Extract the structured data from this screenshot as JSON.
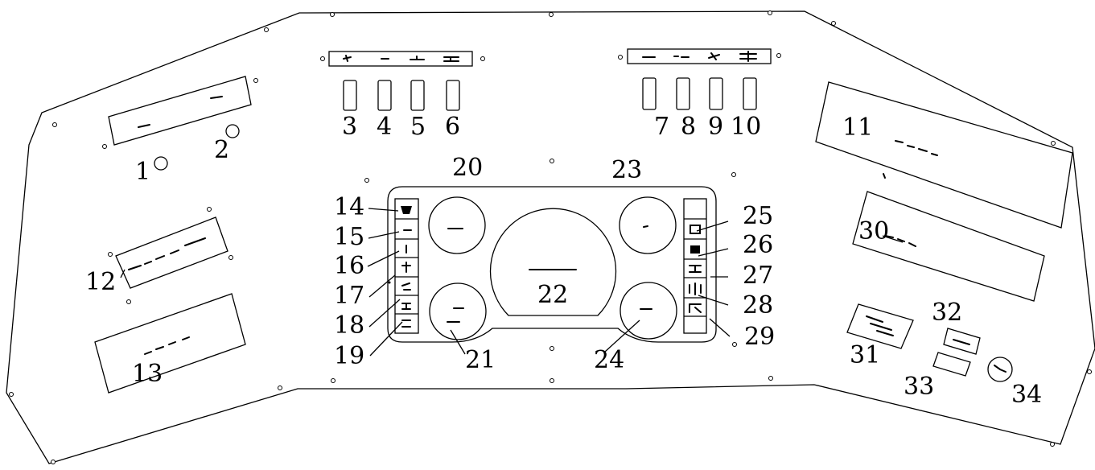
{
  "callouts": {
    "n1": "1",
    "n2": "2",
    "n3": "3",
    "n4": "4",
    "n5": "5",
    "n6": "6",
    "n7": "7",
    "n8": "8",
    "n9": "9",
    "n10": "10",
    "n11": "11",
    "n12": "12",
    "n13": "13",
    "n14": "14",
    "n15": "15",
    "n16": "16",
    "n17": "17",
    "n18": "18",
    "n19": "19",
    "n20": "20",
    "n21": "21",
    "n22": "22",
    "n23": "23",
    "n24": "24",
    "n25": "25",
    "n26": "26",
    "n27": "27",
    "n28": "28",
    "n29": "29",
    "n30": "30",
    "n31": "31",
    "n32": "32",
    "n33": "33",
    "n34": "34"
  },
  "colors": {
    "line": "#000000",
    "background": "#ffffff"
  }
}
